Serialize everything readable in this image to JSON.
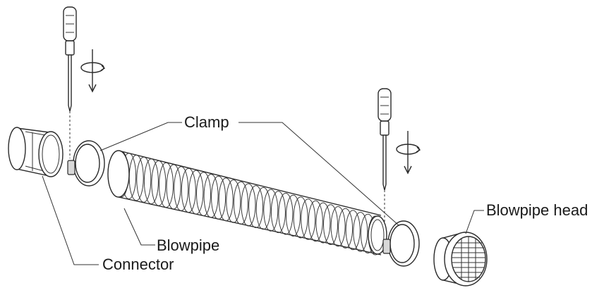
{
  "labels": {
    "clamp": "Clamp",
    "blowpipe": "Blowpipe",
    "connector": "Connector",
    "blowpipe_head": "Blowpipe head"
  }
}
